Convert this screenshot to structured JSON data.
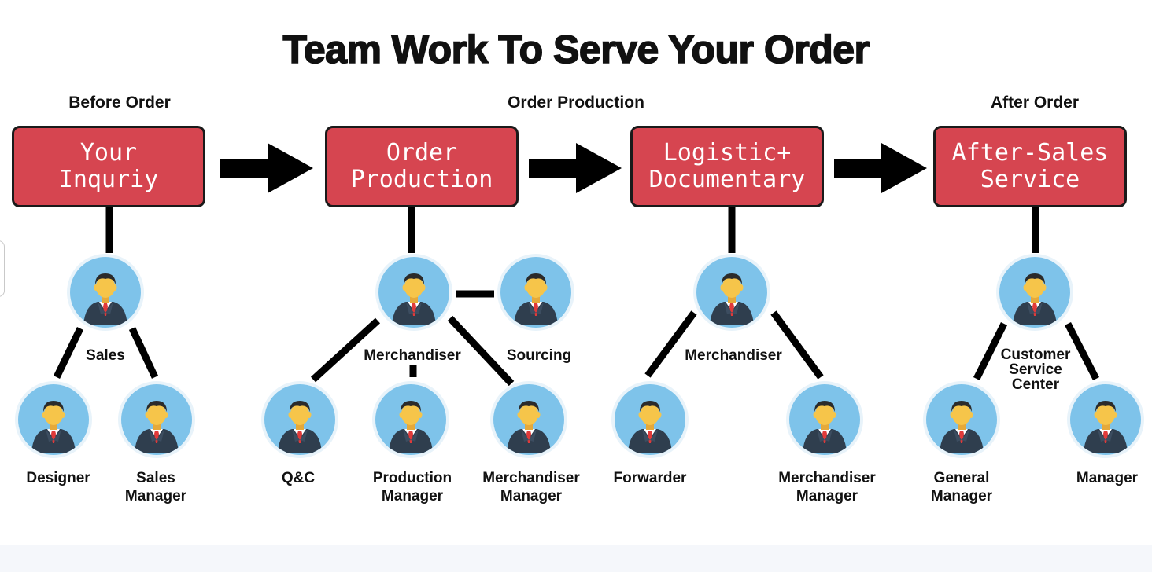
{
  "title": "Team Work To Serve Your Order",
  "phases": {
    "before": "Before Order",
    "production": "Order Production",
    "after": "After Order"
  },
  "steps": [
    {
      "label": "Your\nInquriy"
    },
    {
      "label": "Order\nProduction"
    },
    {
      "label": "Logistic+\nDocumentary"
    },
    {
      "label": "After-Sales\nService"
    }
  ],
  "roles": {
    "sales": "Sales",
    "designer": "Designer",
    "sales_manager": "Sales\nManager",
    "merchandiser_1": "Merchandiser",
    "sourcing": "Sourcing",
    "qc": "Q&C",
    "production_manager": "Production\nManager",
    "merchandiser_manager_1": "Merchandiser\nManager",
    "merchandiser_2": "Merchandiser",
    "forwarder": "Forwarder",
    "merchandiser_manager_2": "Merchandiser\nManager",
    "customer_service_center": "Customer\nService\nCenter",
    "general_manager": "General\nManager",
    "manager": "Manager"
  },
  "colors": {
    "box_fill": "#d64550",
    "box_border": "#1a1a1a",
    "avatar_circle": "#7ec3ea",
    "avatar_ring": "#ffffff",
    "suit": "#2f3e4e",
    "skin": "#f6c54a",
    "tie": "#e03a3a",
    "connector": "#000000"
  },
  "icons": [
    "person-avatar-icon",
    "arrow-right-icon"
  ]
}
